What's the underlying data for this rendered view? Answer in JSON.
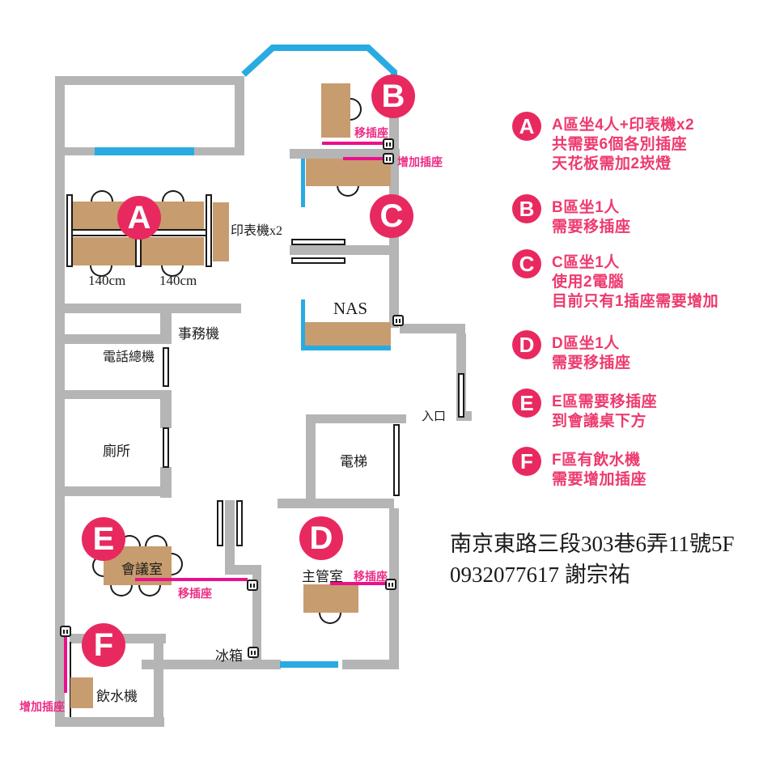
{
  "colors": {
    "wall_gray": "#b5b5b5",
    "desk_tan": "#c79c6e",
    "window_blue": "#29abe2",
    "badge_pink": "#e8295f",
    "legend_text_pink": "#ee3a6e",
    "annotation_magenta": "#ec108c"
  },
  "plan": {
    "badges": {
      "a": "A",
      "b": "B",
      "c": "C",
      "d": "D",
      "e": "E",
      "f": "F"
    },
    "labels": {
      "printer": "印表機x2",
      "desk_width_left": "140cm",
      "desk_width_right": "140cm",
      "office_machine": "事務機",
      "phone_switchboard": "電話總機",
      "toilet": "廁所",
      "nas": "NAS",
      "entrance": "入口",
      "elevator": "電梯",
      "manager_room": "主管室",
      "meeting_room": "會議室",
      "fridge": "冰箱",
      "water_dispenser": "飲水機"
    },
    "annotations": {
      "b_move_outlet": "移插座",
      "c_add_outlet": "增加插座",
      "e_move_outlet": "移插座",
      "d_move_outlet": "移插座",
      "f_add_outlet": "增加插座"
    }
  },
  "legend": {
    "items": [
      {
        "letter": "A",
        "lines": [
          "A區坐4人+印表機x2",
          "共需要6個各別插座",
          "天花板需加2崁燈"
        ]
      },
      {
        "letter": "B",
        "lines": [
          "B區坐1人",
          "需要移插座"
        ]
      },
      {
        "letter": "C",
        "lines": [
          "C區坐1人",
          "使用2電腦",
          "目前只有1插座需要增加"
        ]
      },
      {
        "letter": "D",
        "lines": [
          "D區坐1人",
          "需要移插座"
        ]
      },
      {
        "letter": "E",
        "lines": [
          "E區需要移插座",
          "到會議桌下方"
        ]
      },
      {
        "letter": "F",
        "lines": [
          "F區有飲水機",
          "需要增加插座"
        ]
      }
    ]
  },
  "contact": {
    "address": "南京東路三段303巷6弄11號5F",
    "phone": "0932077617 謝宗祐"
  }
}
